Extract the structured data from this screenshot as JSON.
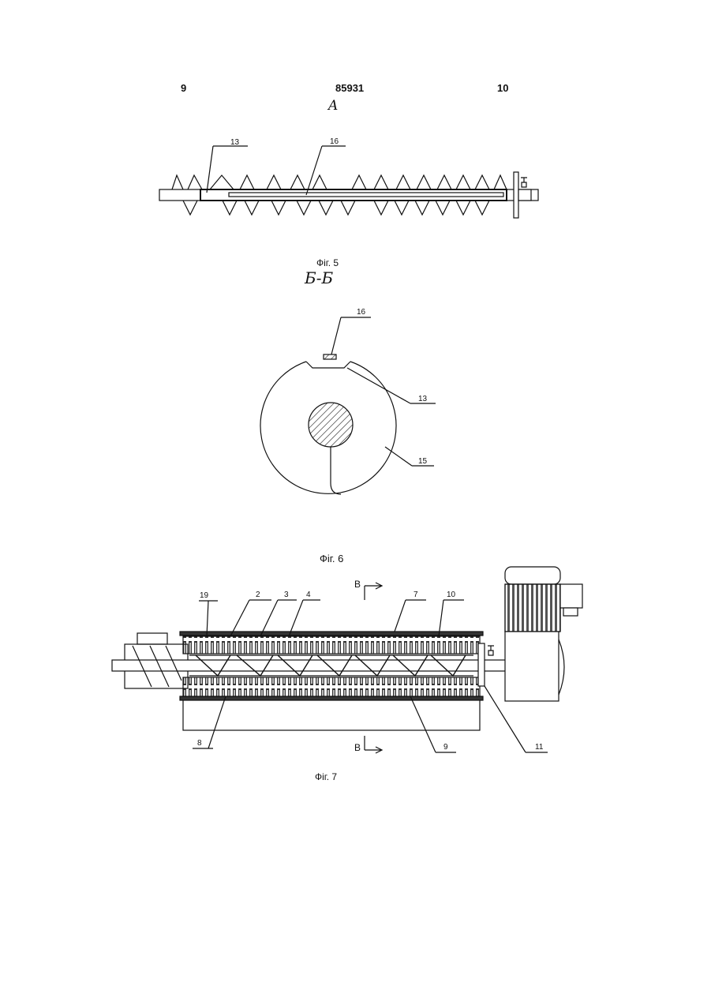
{
  "header": {
    "left_page": "9",
    "patent_number": "85931",
    "right_page": "10"
  },
  "figures": [
    {
      "view_label": "A",
      "caption": "Фіг. 5",
      "callouts": [
        "13",
        "16"
      ]
    },
    {
      "view_label": "Б-Б",
      "caption": "Фіг. 6",
      "callouts": [
        "16",
        "13",
        "15"
      ]
    },
    {
      "caption": "Фіг. 7",
      "section_mark": "В",
      "callouts": [
        "19",
        "2",
        "3",
        "4",
        "7",
        "10",
        "8",
        "9",
        "11"
      ]
    }
  ]
}
